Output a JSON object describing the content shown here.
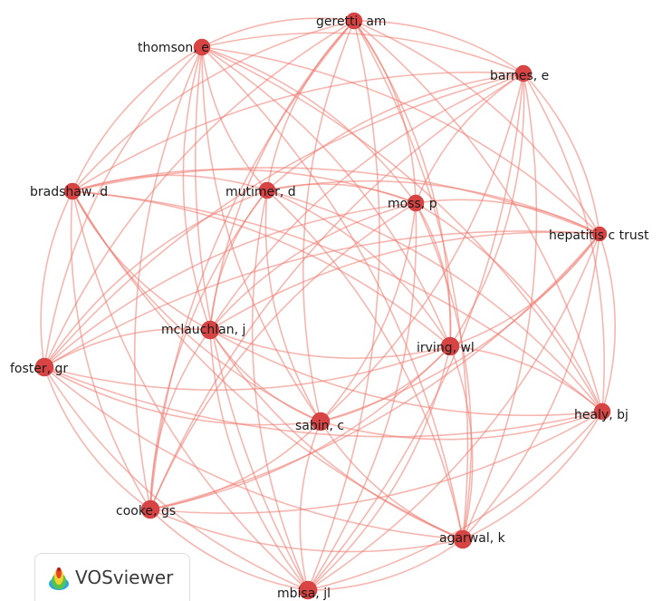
{
  "colors": {
    "node": "#d84444",
    "edge": "#ee7a70",
    "label": "#1a1a1a",
    "background": "#ffffff"
  },
  "nodes": [
    {
      "id": "geretti",
      "label": "geretti, am"
    },
    {
      "id": "thomson",
      "label": "thomson, e"
    },
    {
      "id": "barnes",
      "label": "barnes, e"
    },
    {
      "id": "bradshaw",
      "label": "bradshaw, d"
    },
    {
      "id": "mutimer",
      "label": "mutimer, d"
    },
    {
      "id": "moss",
      "label": "moss, p"
    },
    {
      "id": "hepatitis",
      "label": "hepatitis c trust"
    },
    {
      "id": "mclauchlan",
      "label": "mclauchlan, j"
    },
    {
      "id": "irving",
      "label": "irving, wl"
    },
    {
      "id": "foster",
      "label": "foster, gr"
    },
    {
      "id": "healy",
      "label": "healy, bj"
    },
    {
      "id": "sabin",
      "label": "sabin, c"
    },
    {
      "id": "cooke",
      "label": "cooke, gs"
    },
    {
      "id": "agarwal",
      "label": "agarwal, k"
    },
    {
      "id": "mbisa",
      "label": "mbisa, jl"
    }
  ],
  "logo": {
    "text": "VOSviewer",
    "icon": "vosviewer-logo-icon"
  }
}
